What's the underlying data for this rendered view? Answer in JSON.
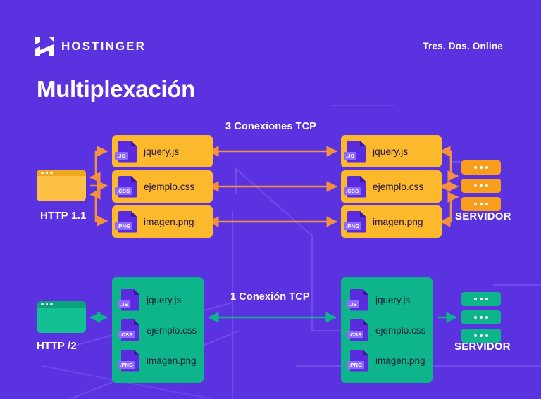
{
  "header": {
    "brand_name": "HOSTINGER",
    "logo_icon": "hostinger-h-logo",
    "tagline": "Tres. Dos. Online",
    "title": "Multiplexación"
  },
  "colors": {
    "background": "#5a32e0",
    "accent_yellow": "#fdb92c",
    "accent_orange": "#f99d1c",
    "accent_green": "#0fb58a",
    "icon_purple": "#5b2be0",
    "icon_fold": "#3c169c",
    "badge_purple": "#8e6bff",
    "text_light": "#ffffff",
    "text_dark": "#22123f"
  },
  "diagram": {
    "connection_labels": {
      "http11": "3 Conexiones TCP",
      "http2": "1 Conexión TCP"
    },
    "http11": {
      "client_label": "HTTP 1.1",
      "server_label": "SERVIDOR",
      "client_icon": "browser-window-icon",
      "server_icon": "server-stack-icon",
      "files": [
        {
          "name": "jquery.js",
          "ext": ".JS",
          "icon": "file-js-icon"
        },
        {
          "name": "ejemplo.css",
          "ext": ".CSS",
          "icon": "file-css-icon"
        },
        {
          "name": "imagen.png",
          "ext": ".PNG",
          "icon": "file-png-icon"
        }
      ]
    },
    "http2": {
      "client_label": "HTTP /2",
      "server_label": "SERVIDOR",
      "client_icon": "browser-window-icon",
      "server_icon": "server-stack-icon",
      "files": [
        {
          "name": "jquery.js",
          "ext": ".JS",
          "icon": "file-js-icon"
        },
        {
          "name": "ejemplo.css",
          "ext": ".CSS",
          "icon": "file-css-icon"
        },
        {
          "name": "imagen.png",
          "ext": ".PNG",
          "icon": "file-png-icon"
        }
      ]
    }
  }
}
